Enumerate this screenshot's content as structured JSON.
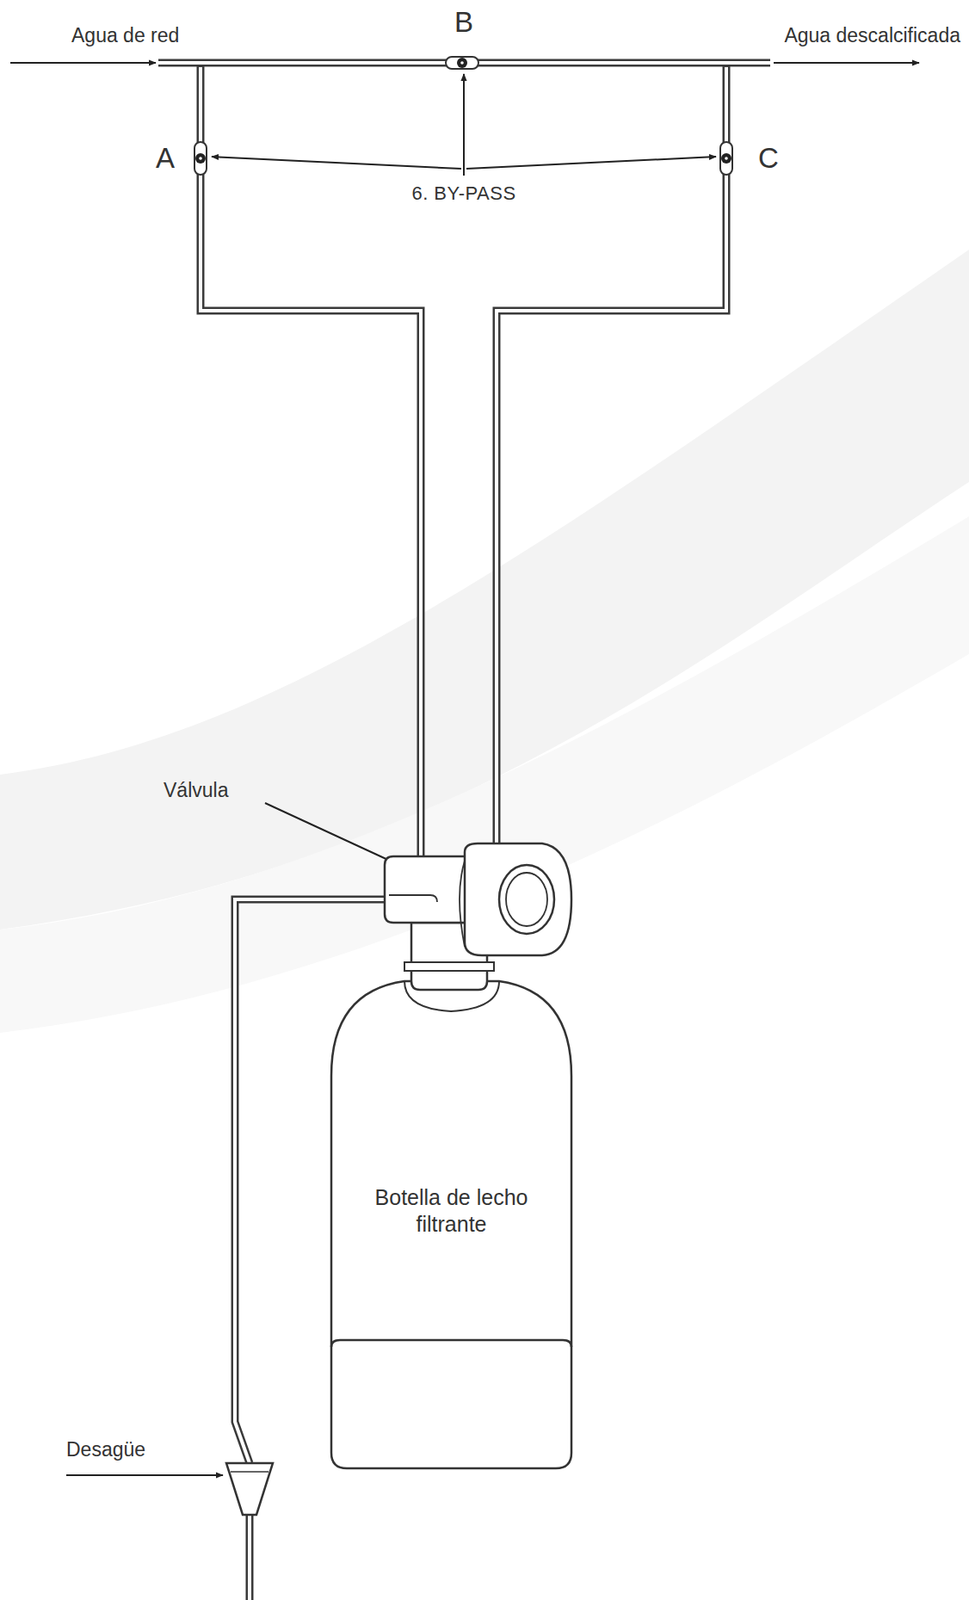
{
  "diagram": {
    "nodes": [
      {
        "text": [
          "Botella de lecho filtrante"
        ]
      }
    ],
    "labels": [
      "Agua de red",
      "Agua descalcificada",
      "B",
      "A",
      "C",
      "6. BY-PASS",
      "Válvula",
      "Desagüe"
    ]
  }
}
